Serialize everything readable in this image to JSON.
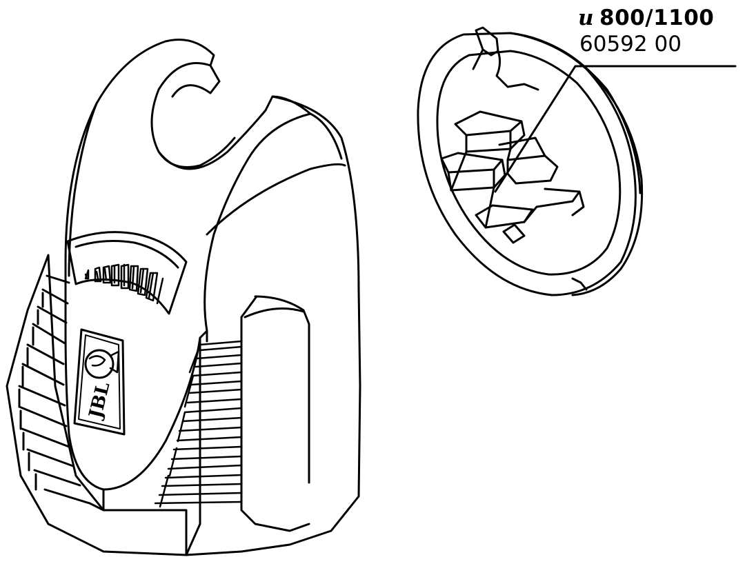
{
  "callout": {
    "model_prefix": "u",
    "model": "800/1100",
    "part_number": "60592 00"
  },
  "logo": {
    "text": "JBL"
  },
  "colors": {
    "line": "#000000",
    "background": "#ffffff"
  },
  "icons": {
    "logo": "fish-logo-icon",
    "level_bars": "flow-level-indicator-icon"
  }
}
